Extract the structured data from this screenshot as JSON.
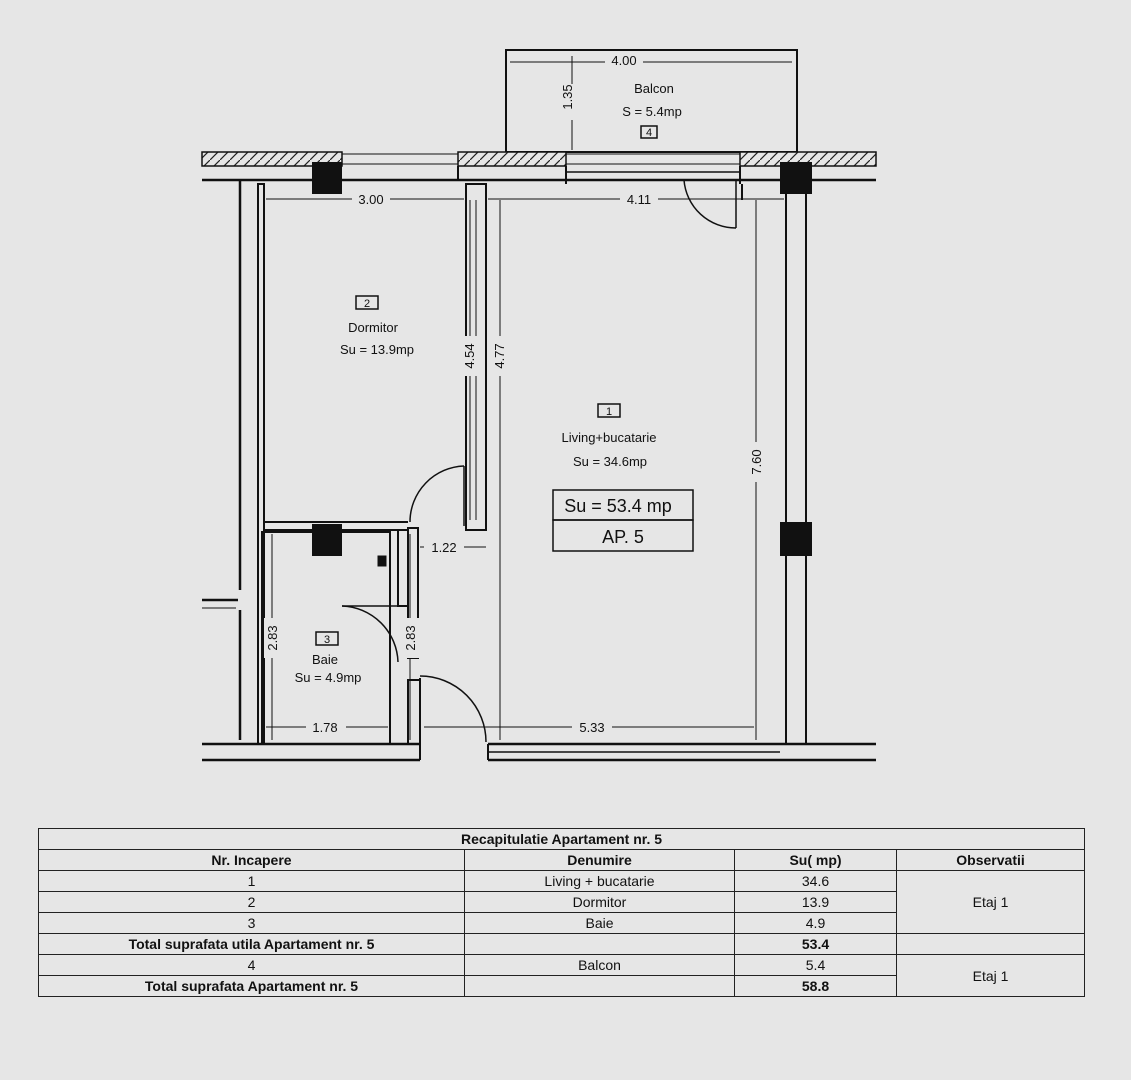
{
  "plan": {
    "balcony": {
      "width": "4.00",
      "depth": "1.35",
      "name": "Balcon",
      "area": "S = 5.4mp",
      "num": "4"
    },
    "rooms": [
      {
        "num": "1",
        "name": "Living+bucatarie",
        "area": "Su = 34.6mp"
      },
      {
        "num": "2",
        "name": "Dormitor",
        "area": "Su = 13.9mp"
      },
      {
        "num": "3",
        "name": "Baie",
        "area": "Su = 4.9mp"
      }
    ],
    "dims": {
      "bedroom_width": "3.00",
      "living_width": "4.11",
      "bedroom_depth": "4.54",
      "living_depth": "4.77",
      "right_depth": "7.60",
      "hall_width": "1.22",
      "bath_height_left": "2.83",
      "bath_height_right": "2.83",
      "bath_width": "1.78",
      "living_bottom": "5.33"
    },
    "summary": {
      "total": "Su = 53.4 mp",
      "apartment": "AP. 5"
    }
  },
  "table": {
    "title": "Recapitulatie Apartament nr. 5",
    "headers": [
      "Nr. Incapere",
      "Denumire",
      "Su( mp)",
      "Observatii"
    ],
    "rows": [
      {
        "nr": "1",
        "name": "Living + bucatarie",
        "su": "34.6"
      },
      {
        "nr": "2",
        "name": "Dormitor",
        "su": "13.9"
      },
      {
        "nr": "3",
        "name": "Baie",
        "su": "4.9"
      }
    ],
    "obs_group1": "Etaj 1",
    "total_util": {
      "label": "Total suprafata utila Apartament nr. 5",
      "su": "53.4"
    },
    "balcony_row": {
      "nr": "4",
      "name": "Balcon",
      "su": "5.4"
    },
    "obs_group2": "Etaj 1",
    "total": {
      "label": "Total suprafata Apartament nr. 5",
      "su": "58.8"
    }
  }
}
